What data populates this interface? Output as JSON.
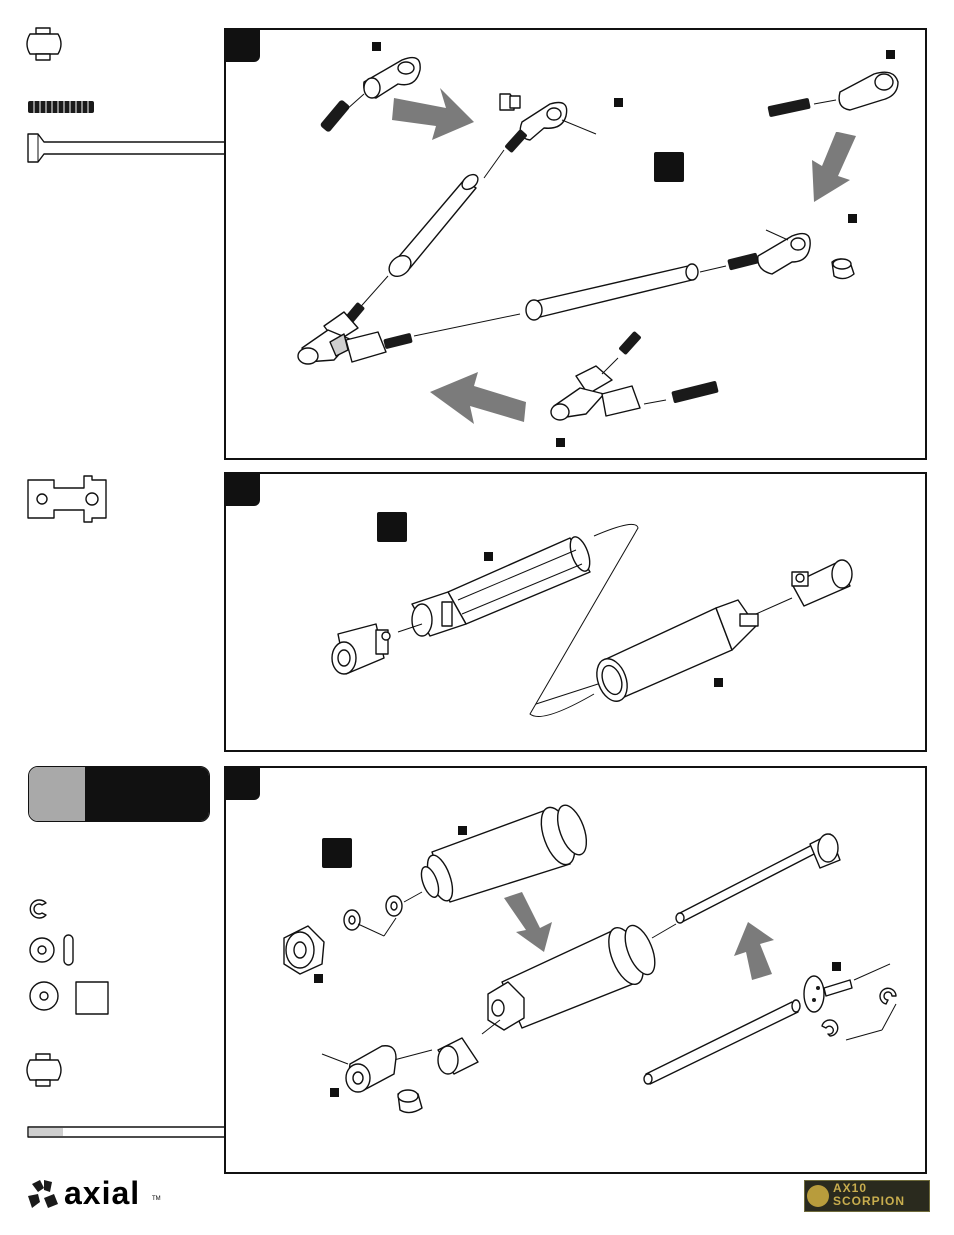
{
  "page": {
    "footer_logo_text": "axial",
    "footer_logo_tm": "TM",
    "footer_product_logo_line1": "AX10",
    "footer_product_logo_line2": "SCORPION"
  },
  "colors": {
    "ink": "#111111",
    "arrow_gray": "#7b7b7b",
    "tab_gray": "#a9a9a9",
    "panel_background": "#ffffff"
  },
  "steps": [
    {
      "id": "step-1",
      "icons": [
        "rod-end-icon",
        "set-screw-icon",
        "ball-stud-icon",
        "drive-link-icon",
        "arrow-icon"
      ]
    },
    {
      "id": "step-2",
      "icons": [
        "universal-joint-icon",
        "driveshaft-icon",
        "arrow-icon"
      ]
    },
    {
      "id": "step-3",
      "icons": [
        "shock-body-icon",
        "shock-shaft-icon",
        "e-clip-icon",
        "washer-icon",
        "arrow-icon"
      ]
    }
  ],
  "sidebar": {
    "parts": [
      "ball-stud-icon",
      "set-screw-icon",
      "link-icon",
      "universal-yoke-icon",
      "e-clip-icon",
      "washer-icon",
      "o-ring-icon",
      "bushing-icon",
      "ball-stud-icon",
      "shock-shaft-icon"
    ]
  }
}
